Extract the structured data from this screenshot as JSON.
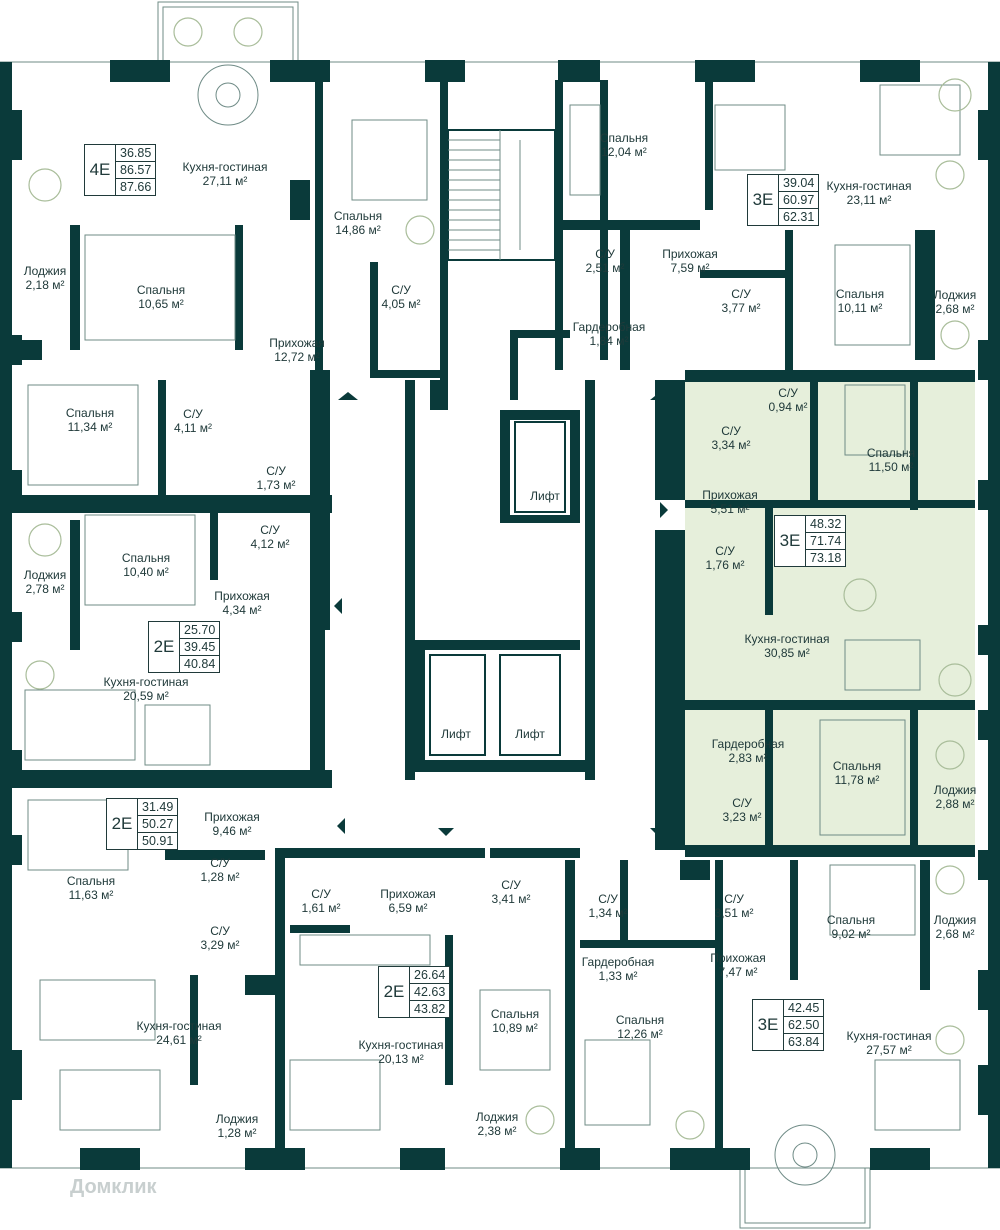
{
  "apartments": [
    {
      "code": "4E",
      "values": [
        "36.85",
        "86.57",
        "87.66"
      ]
    },
    {
      "code": "3E",
      "values": [
        "39.04",
        "60.97",
        "62.31"
      ]
    },
    {
      "code": "3E",
      "values": [
        "48.32",
        "71.74",
        "73.18"
      ]
    },
    {
      "code": "2E",
      "values": [
        "25.70",
        "39.45",
        "40.84"
      ]
    },
    {
      "code": "2E",
      "values": [
        "31.49",
        "50.27",
        "50.91"
      ]
    },
    {
      "code": "2E",
      "values": [
        "26.64",
        "42.63",
        "43.82"
      ]
    },
    {
      "code": "3E",
      "values": [
        "42.45",
        "62.50",
        "63.84"
      ]
    }
  ],
  "rooms": [
    {
      "name": "Кухня-гостиная",
      "area": "27,11 м²"
    },
    {
      "name": "Спальня",
      "area": "14,86 м²"
    },
    {
      "name": "Лоджия",
      "area": "2,18 м²"
    },
    {
      "name": "Спальня",
      "area": "10,65 м²"
    },
    {
      "name": "С/У",
      "area": "4,05 м²"
    },
    {
      "name": "Прихожая",
      "area": "12,72 м²"
    },
    {
      "name": "Спальня",
      "area": "11,34 м²"
    },
    {
      "name": "С/У",
      "area": "4,11 м²"
    },
    {
      "name": "С/У",
      "area": "1,73 м²"
    },
    {
      "name": "Спальня",
      "area": "12,04 м²"
    },
    {
      "name": "Кухня-гостиная",
      "area": "23,11 м²"
    },
    {
      "name": "С/У",
      "area": "2,51 м²"
    },
    {
      "name": "Прихожая",
      "area": "7,59 м²"
    },
    {
      "name": "С/У",
      "area": "3,77 м²"
    },
    {
      "name": "Спальня",
      "area": "10,11 м²"
    },
    {
      "name": "Лоджия",
      "area": "2,68 м²"
    },
    {
      "name": "Гардеробная",
      "area": "1,84 м²"
    },
    {
      "name": "С/У",
      "area": "0,94 м²"
    },
    {
      "name": "С/У",
      "area": "3,34 м²"
    },
    {
      "name": "Спальня",
      "area": "11,50 м²"
    },
    {
      "name": "Прихожая",
      "area": "5,51 м²"
    },
    {
      "name": "С/У",
      "area": "1,76 м²"
    },
    {
      "name": "Кухня-гостиная",
      "area": "30,85 м²"
    },
    {
      "name": "Гардеробная",
      "area": "2,83 м²"
    },
    {
      "name": "Спальня",
      "area": "11,78 м²"
    },
    {
      "name": "С/У",
      "area": "3,23 м²"
    },
    {
      "name": "Лоджия",
      "area": "2,88 м²"
    },
    {
      "name": "Лоджия",
      "area": "2,78 м²"
    },
    {
      "name": "Спальня",
      "area": "10,40 м²"
    },
    {
      "name": "С/У",
      "area": "4,12 м²"
    },
    {
      "name": "Прихожая",
      "area": "4,34 м²"
    },
    {
      "name": "Кухня-гостиная",
      "area": "20,59 м²"
    },
    {
      "name": "Прихожая",
      "area": "9,46 м²"
    },
    {
      "name": "Спальня",
      "area": "11,63 м²"
    },
    {
      "name": "С/У",
      "area": "1,28 м²"
    },
    {
      "name": "С/У",
      "area": "3,29 м²"
    },
    {
      "name": "Кухня-гостиная",
      "area": "24,61 м²"
    },
    {
      "name": "Лоджия",
      "area": "1,28 м²"
    },
    {
      "name": "С/У",
      "area": "1,61 м²"
    },
    {
      "name": "Прихожая",
      "area": "6,59 м²"
    },
    {
      "name": "С/У",
      "area": "3,41 м²"
    },
    {
      "name": "С/У",
      "area": "1,34 м²"
    },
    {
      "name": "С/У",
      "area": "3,51 м²"
    },
    {
      "name": "Спальня",
      "area": "9,02 м²"
    },
    {
      "name": "Лоджия",
      "area": "2,68 м²"
    },
    {
      "name": "Гардеробная",
      "area": "1,33 м²"
    },
    {
      "name": "Прихожая",
      "area": "7,47 м²"
    },
    {
      "name": "Кухня-гостиная",
      "area": "20,13 м²"
    },
    {
      "name": "Спальня",
      "area": "10,89 м²"
    },
    {
      "name": "Спальня",
      "area": "12,26 м²"
    },
    {
      "name": "Кухня-гостиная",
      "area": "27,57 м²"
    },
    {
      "name": "Лоджия",
      "area": "2,38 м²"
    }
  ],
  "lifts": [
    "Лифт",
    "Лифт",
    "Лифт"
  ],
  "watermark": "Домклик",
  "colors": {
    "wall": "#0a3a3a",
    "highlight": "#e6efdb",
    "text": "#203a3a",
    "furniture": "#6f8b86",
    "plants": "#a9bd9a"
  }
}
